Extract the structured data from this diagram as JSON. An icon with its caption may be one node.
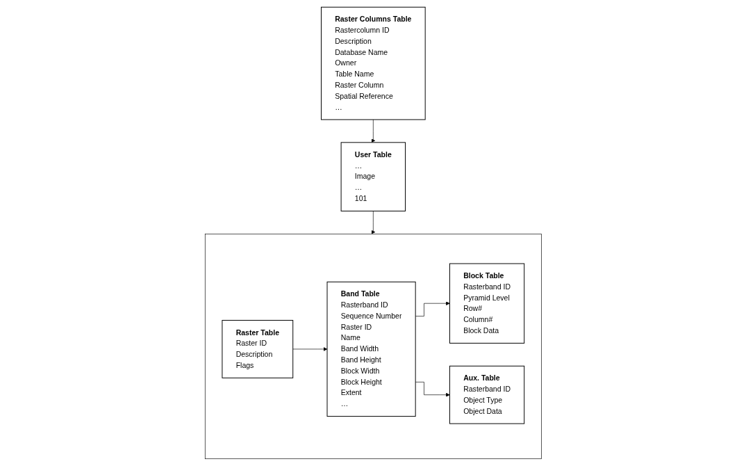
{
  "diagram": {
    "nodes": [
      {
        "text": [
          "User Table",
          "…",
          "Image",
          "…",
          "101"
        ]
      },
      {
        "text": [
          "Raster Columns Table",
          "Rastercolumn ID",
          "Description",
          "Database Name",
          "Owner",
          "Table Name",
          "Raster Column",
          "Spatial Reference",
          "…"
        ]
      },
      {
        "text": [],
        "shape": "box"
      },
      {
        "text": [
          "Raster Table",
          "Raster ID",
          "Description",
          "Flags"
        ],
        "in": 2
      },
      {
        "text": [
          "Block Table",
          "Rasterband ID",
          "Pyramid Level",
          "Row#",
          "Column#",
          "Block Data"
        ],
        "in": 2
      },
      {
        "text": [
          "Band Table",
          "Rasterband ID",
          "Sequence Number",
          "Raster ID",
          "Name",
          "Band Width",
          "Band Height",
          "Block Width",
          "Block Height",
          "Extent",
          "…"
        ],
        "in": 2
      },
      {
        "text": [
          "Aux. Table",
          "Rasterband ID",
          "Object Type",
          "Object Data"
        ],
        "in": 2
      }
    ],
    "edges": [
      {
        "from": 1,
        "to": 0,
        "arrow": "to"
      },
      {
        "from": 0,
        "to": 2,
        "arrow": "to"
      },
      {
        "from": 3,
        "to": 5,
        "arrow": "to"
      },
      {
        "from": 5,
        "to": 4,
        "arrow": "to"
      },
      {
        "from": 5,
        "to": 6,
        "arrow": "to"
      }
    ]
  }
}
